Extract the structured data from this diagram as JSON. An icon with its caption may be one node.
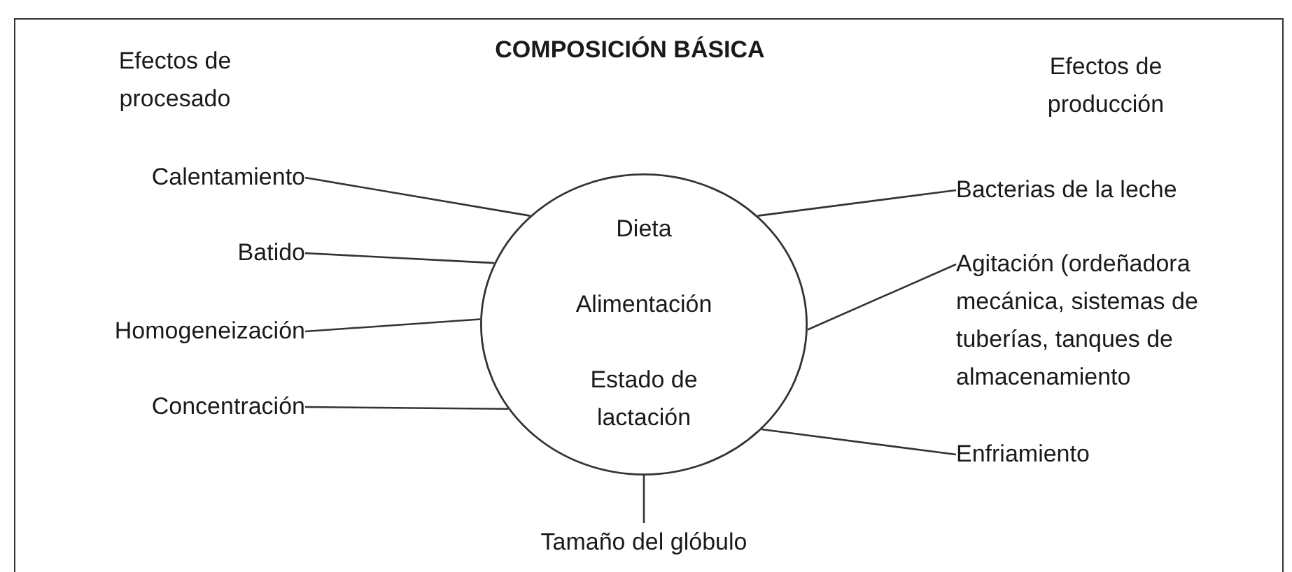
{
  "diagram": {
    "title": "COMPOSICIÓN BÁSICA",
    "nodes": [
      {
        "text": [
          "Dieta",
          "Alimentación",
          "Estado de lactación"
        ]
      },
      {
        "text": [
          "Calentamiento"
        ]
      },
      {
        "text": [
          "Batido"
        ]
      },
      {
        "text": [
          "Homogeneización"
        ]
      },
      {
        "text": [
          "Concentración"
        ]
      },
      {
        "text": [
          "Bacterias de la leche"
        ]
      },
      {
        "text": [
          "Agitación (ordeñadora mecánica, sistemas de tuberías, tanques de almacenamiento"
        ]
      },
      {
        "text": [
          "Enfriamiento"
        ]
      },
      {
        "text": [
          "Tamaño del glóbulo"
        ]
      }
    ],
    "edges": [
      {
        "from": 1,
        "to": 0,
        "arrow": "none"
      },
      {
        "from": 2,
        "to": 0,
        "arrow": "none"
      },
      {
        "from": 3,
        "to": 0,
        "arrow": "none"
      },
      {
        "from": 4,
        "to": 0,
        "arrow": "none"
      },
      {
        "from": 5,
        "to": 0,
        "arrow": "none"
      },
      {
        "from": 6,
        "to": 0,
        "arrow": "none"
      },
      {
        "from": 7,
        "to": 0,
        "arrow": "none"
      },
      {
        "from": 8,
        "to": 0,
        "arrow": "none"
      }
    ],
    "labels": [
      "Efectos de procesado",
      "Efectos de producción"
    ]
  }
}
